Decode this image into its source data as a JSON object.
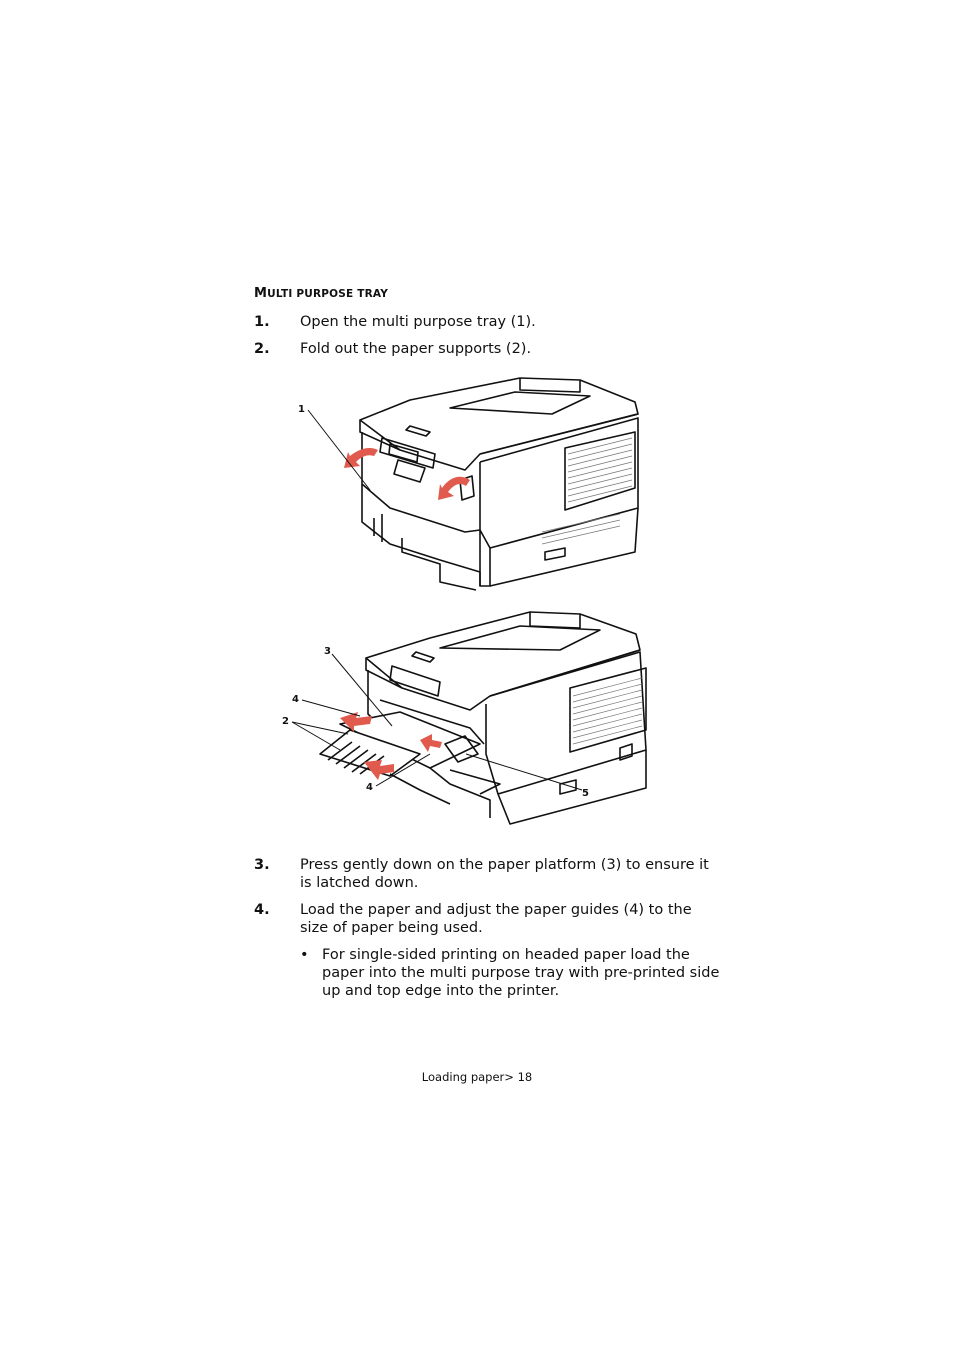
{
  "section": {
    "heading_first": "M",
    "heading_rest": "ulti purpose tray"
  },
  "steps": [
    {
      "num": "1.",
      "text": "Open the multi purpose tray (1)."
    },
    {
      "num": "2.",
      "text": "Fold out the paper supports (2)."
    },
    {
      "num": "3.",
      "text": "Press gently down on the paper platform (3) to ensure it is latched down."
    },
    {
      "num": "4.",
      "text": "Load the paper and adjust the paper guides (4) to the size of paper being used."
    }
  ],
  "bullets": [
    {
      "mark": "•",
      "text": "For single-sided printing on headed paper load the paper into the multi purpose tray with pre-printed side up and top edge into the printer."
    }
  ],
  "figure1": {
    "callouts": [
      "1"
    ]
  },
  "figure2": {
    "callouts": [
      "3",
      "4",
      "2",
      "4",
      "5"
    ]
  },
  "footer": {
    "text": "Loading paper> 18"
  },
  "colors": {
    "arrow": "#e05a4e",
    "line": "#111111"
  }
}
